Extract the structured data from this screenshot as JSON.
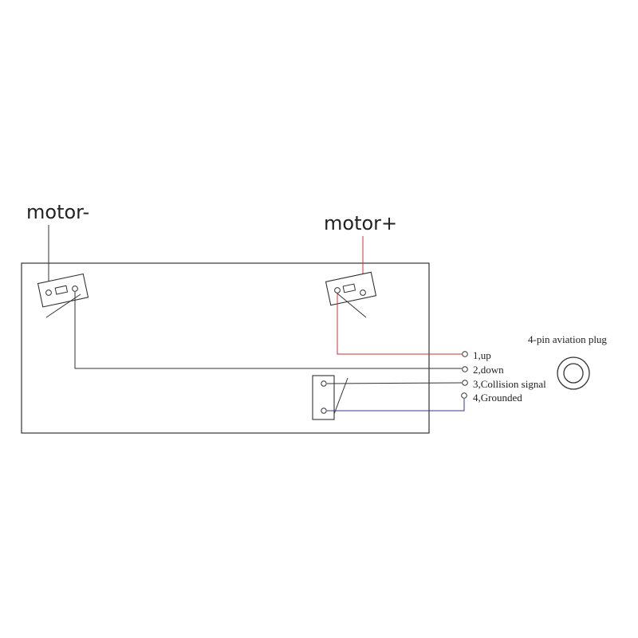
{
  "labels": {
    "motor_minus": "motor-",
    "motor_plus": "motor+",
    "plug_title": "4-pin aviation plug"
  },
  "pins": [
    {
      "label": "1,up"
    },
    {
      "label": "2,down"
    },
    {
      "label": "3,Collision signal"
    },
    {
      "label": "4,Grounded"
    }
  ],
  "colors": {
    "outline": "#333333",
    "wire_default": "#333333",
    "wire_up": "#cc3333",
    "wire_ground": "#33339a"
  }
}
